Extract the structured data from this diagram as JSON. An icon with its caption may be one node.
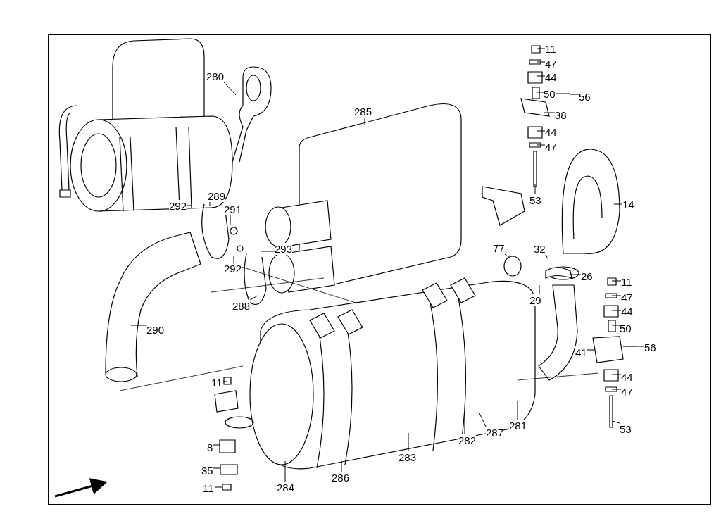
{
  "diagram": {
    "nodes": [
      {
        "text": [
          "280"
        ]
      },
      {
        "text": [
          "285"
        ]
      },
      {
        "text": [
          "289"
        ]
      },
      {
        "text": [
          "292"
        ]
      },
      {
        "text": [
          "291"
        ]
      },
      {
        "text": [
          "293"
        ]
      },
      {
        "text": [
          "292"
        ]
      },
      {
        "text": [
          "288"
        ]
      },
      {
        "text": [
          "290"
        ]
      },
      {
        "text": [
          "11"
        ]
      },
      {
        "text": [
          "47"
        ]
      },
      {
        "text": [
          "44"
        ]
      },
      {
        "text": [
          "50"
        ]
      },
      {
        "text": [
          "56"
        ]
      },
      {
        "text": [
          "38"
        ]
      },
      {
        "text": [
          "44"
        ]
      },
      {
        "text": [
          "47"
        ]
      },
      {
        "text": [
          "53"
        ]
      },
      {
        "text": [
          "14"
        ]
      },
      {
        "text": [
          "77"
        ]
      },
      {
        "text": [
          "32"
        ]
      },
      {
        "text": [
          "26"
        ]
      },
      {
        "text": [
          "29"
        ]
      },
      {
        "text": [
          "11"
        ]
      },
      {
        "text": [
          "47"
        ]
      },
      {
        "text": [
          "44"
        ]
      },
      {
        "text": [
          "50"
        ]
      },
      {
        "text": [
          "41"
        ]
      },
      {
        "text": [
          "56"
        ]
      },
      {
        "text": [
          "44"
        ]
      },
      {
        "text": [
          "47"
        ]
      },
      {
        "text": [
          "53"
        ]
      },
      {
        "text": [
          "11"
        ]
      },
      {
        "text": [
          "8"
        ]
      },
      {
        "text": [
          "35"
        ]
      },
      {
        "text": [
          "11"
        ]
      },
      {
        "text": [
          "284"
        ]
      },
      {
        "text": [
          "286"
        ]
      },
      {
        "text": [
          "283"
        ]
      },
      {
        "text": [
          "282"
        ]
      },
      {
        "text": [
          "287"
        ]
      },
      {
        "text": [
          "281"
        ]
      }
    ],
    "edges": [
      {
        "from": 0,
        "to": null,
        "arrow": "none"
      },
      {
        "from": 1,
        "to": null,
        "arrow": "none"
      },
      {
        "from": 2,
        "to": null,
        "arrow": "none"
      },
      {
        "from": 3,
        "to": null,
        "arrow": "none"
      },
      {
        "from": 4,
        "to": null,
        "arrow": "none"
      },
      {
        "from": 5,
        "to": null,
        "arrow": "none"
      },
      {
        "from": 6,
        "to": null,
        "arrow": "none"
      },
      {
        "from": 7,
        "to": null,
        "arrow": "none"
      },
      {
        "from": 8,
        "to": null,
        "arrow": "none"
      },
      {
        "from": 9,
        "to": null,
        "arrow": "none"
      },
      {
        "from": 10,
        "to": null,
        "arrow": "none"
      },
      {
        "from": 11,
        "to": null,
        "arrow": "none"
      },
      {
        "from": 12,
        "to": null,
        "arrow": "none"
      },
      {
        "from": 13,
        "to": null,
        "arrow": "none"
      },
      {
        "from": 14,
        "to": null,
        "arrow": "none"
      },
      {
        "from": 15,
        "to": null,
        "arrow": "none"
      },
      {
        "from": 16,
        "to": null,
        "arrow": "none"
      },
      {
        "from": 17,
        "to": null,
        "arrow": "none"
      },
      {
        "from": 18,
        "to": null,
        "arrow": "none"
      },
      {
        "from": 19,
        "to": null,
        "arrow": "none"
      },
      {
        "from": 20,
        "to": null,
        "arrow": "none"
      },
      {
        "from": 21,
        "to": null,
        "arrow": "none"
      },
      {
        "from": 22,
        "to": null,
        "arrow": "none"
      },
      {
        "from": 23,
        "to": null,
        "arrow": "none"
      },
      {
        "from": 24,
        "to": null,
        "arrow": "none"
      },
      {
        "from": 25,
        "to": null,
        "arrow": "none"
      },
      {
        "from": 26,
        "to": null,
        "arrow": "none"
      },
      {
        "from": 27,
        "to": null,
        "arrow": "none"
      },
      {
        "from": 28,
        "to": null,
        "arrow": "none"
      },
      {
        "from": 29,
        "to": null,
        "arrow": "none"
      },
      {
        "from": 30,
        "to": null,
        "arrow": "none"
      },
      {
        "from": 31,
        "to": null,
        "arrow": "none"
      },
      {
        "from": 32,
        "to": null,
        "arrow": "none"
      },
      {
        "from": 33,
        "to": null,
        "arrow": "none"
      },
      {
        "from": 34,
        "to": null,
        "arrow": "none"
      },
      {
        "from": 35,
        "to": null,
        "arrow": "none"
      },
      {
        "from": 36,
        "to": null,
        "arrow": "none"
      },
      {
        "from": 37,
        "to": null,
        "arrow": "none"
      },
      {
        "from": 38,
        "to": null,
        "arrow": "none"
      },
      {
        "from": 39,
        "to": null,
        "arrow": "none"
      },
      {
        "from": 40,
        "to": null,
        "arrow": "none"
      },
      {
        "from": 41,
        "to": null,
        "arrow": "none"
      }
    ]
  }
}
